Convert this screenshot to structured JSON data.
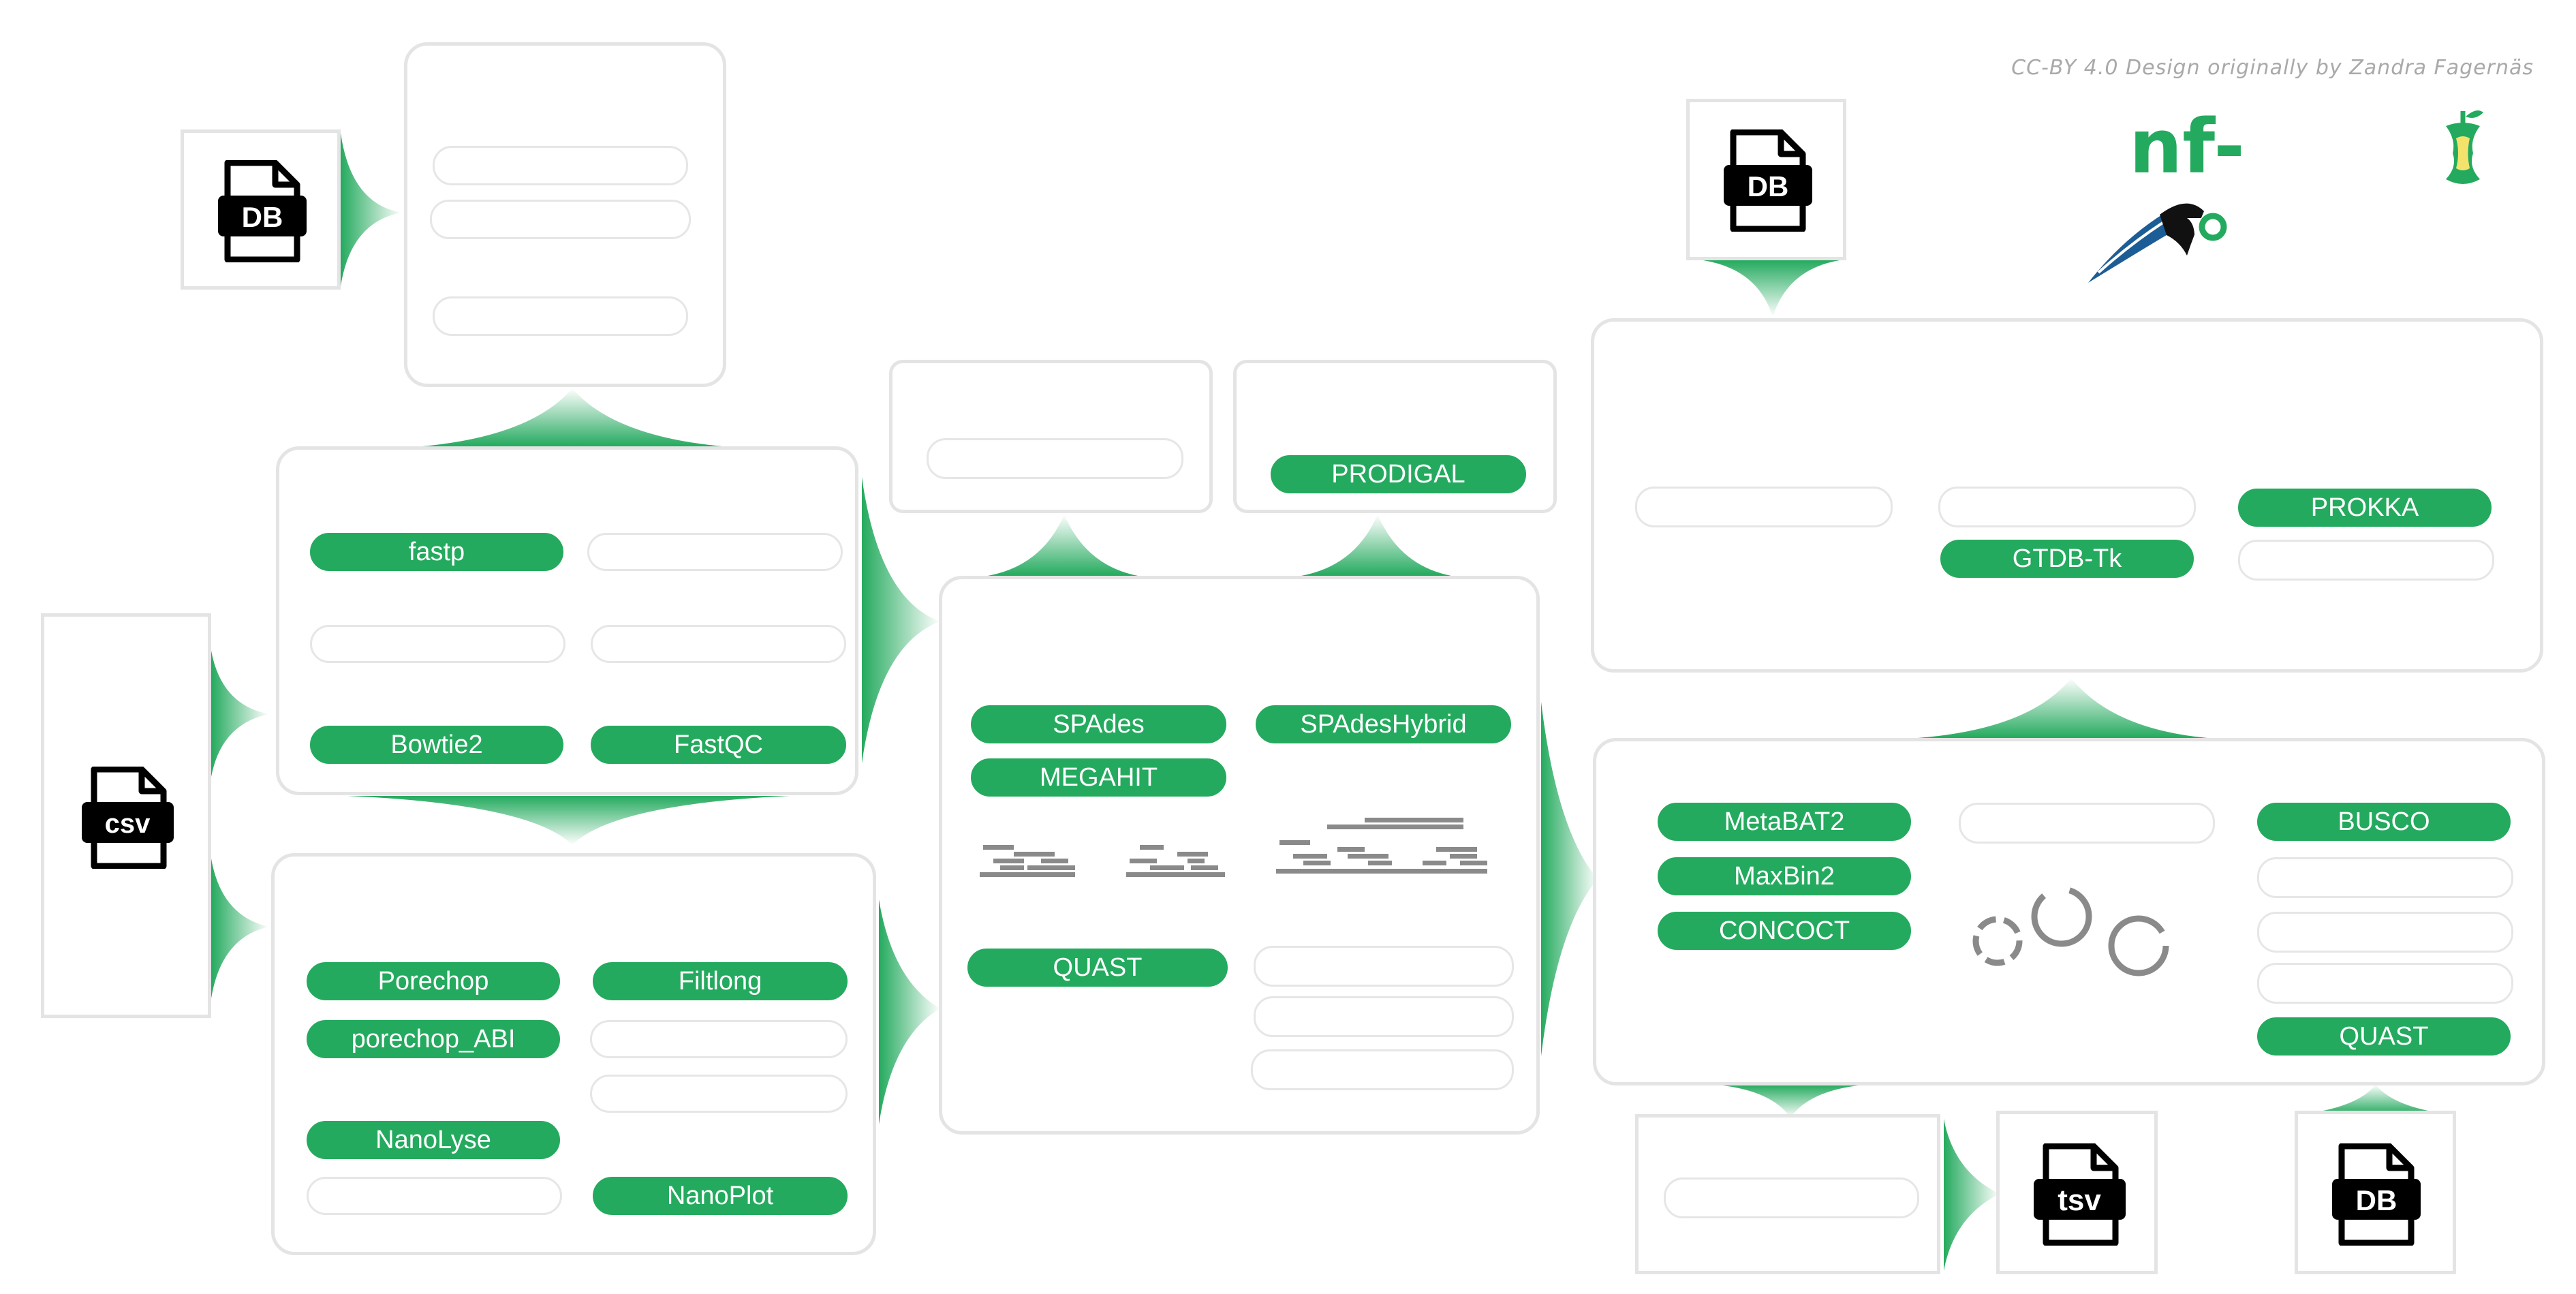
{
  "credit": "CC-BY 4.0 Design originally by Zandra Fagernäs",
  "logo": {
    "text": "nf-",
    "icon": "magpie-icon",
    "apple_icon": "apple-core-icon"
  },
  "colors": {
    "accent": "#24aa5e",
    "box_border": "#e4e4e4",
    "empty_pill_border": "#e6e6e6",
    "text": "#000000"
  },
  "files": {
    "db": "DB",
    "csv": "csv",
    "tsv": "tsv"
  },
  "preprocessing_short": {
    "fastp": "fastp",
    "bowtie2": "Bowtie2",
    "fastqc": "FastQC"
  },
  "preprocessing_long": {
    "porechop": "Porechop",
    "filtlong": "Filtlong",
    "porechop_abi": "porechop_ABI",
    "nanolyse": "NanoLyse",
    "nanoplot": "NanoPlot"
  },
  "annotation": {
    "prodigal": "PRODIGAL"
  },
  "assembly": {
    "spades": "SPAdes",
    "spadeshybrid": "SPAdesHybrid",
    "megahit": "MEGAHIT",
    "quast": "QUAST"
  },
  "taxonomy": {
    "gtdbtk": "GTDB-Tk",
    "prokka": "PROKKA"
  },
  "binning": {
    "metabat2": "MetaBAT2",
    "maxbin2": "MaxBin2",
    "concoct": "CONCOCT",
    "busco": "BUSCO",
    "quast": "QUAST"
  }
}
